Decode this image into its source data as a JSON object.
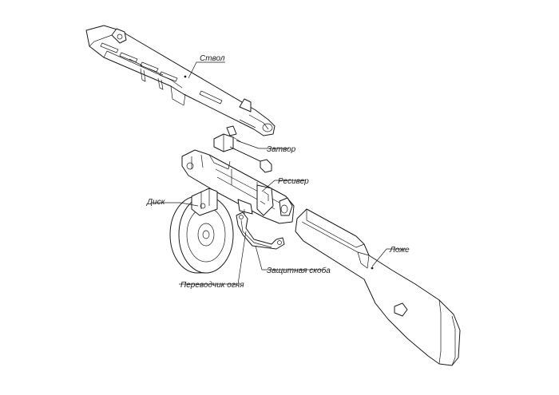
{
  "labels": {
    "barrel": "Ствол",
    "bolt": "Затвор",
    "receiver": "Ресивер",
    "drum": "Диск",
    "stock": "Ложе",
    "trigger_guard": "Защитная скоба",
    "fire_selector": "Переводчик огня"
  }
}
